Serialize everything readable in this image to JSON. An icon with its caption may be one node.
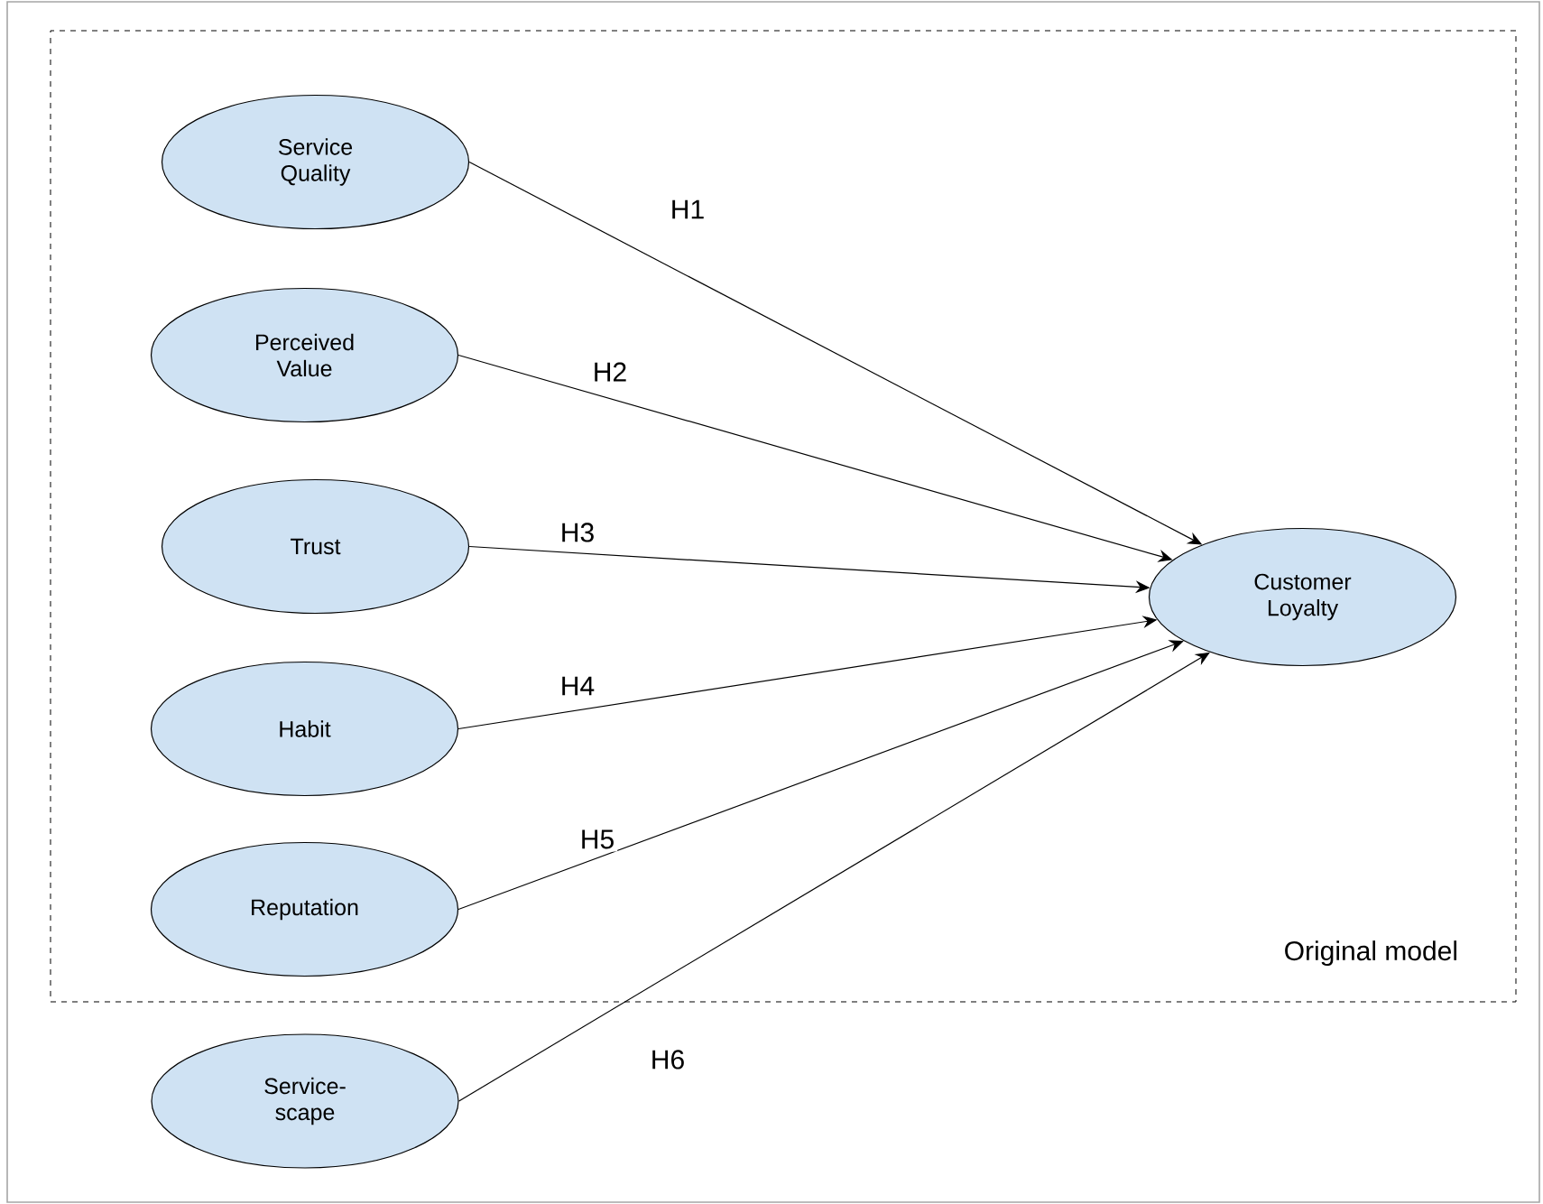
{
  "diagram": {
    "nodes": [
      {
        "text": [
          "Original model"
        ]
      },
      {
        "text": [
          "Service Quality"
        ],
        "in": 0
      },
      {
        "text": [
          "Perceived Value"
        ],
        "in": 0
      },
      {
        "text": [
          "Trust"
        ],
        "in": 0
      },
      {
        "text": [
          "Habit"
        ],
        "in": 0
      },
      {
        "text": [
          "Reputation"
        ],
        "in": 0
      },
      {
        "text": [
          "Customer Loyalty"
        ],
        "in": 0
      },
      {
        "text": [
          "Service-scape"
        ]
      }
    ],
    "edges": [
      {
        "from": 1,
        "to": 6,
        "arrow": "to",
        "label": "H1"
      },
      {
        "from": 2,
        "to": 6,
        "arrow": "to",
        "label": "H2"
      },
      {
        "from": 3,
        "to": 6,
        "arrow": "to",
        "label": "H3"
      },
      {
        "from": 4,
        "to": 6,
        "arrow": "to",
        "label": "H4"
      },
      {
        "from": 5,
        "to": 6,
        "arrow": "to",
        "label": "H5"
      },
      {
        "from": 7,
        "to": 6,
        "arrow": "to",
        "label": "H6"
      }
    ]
  }
}
